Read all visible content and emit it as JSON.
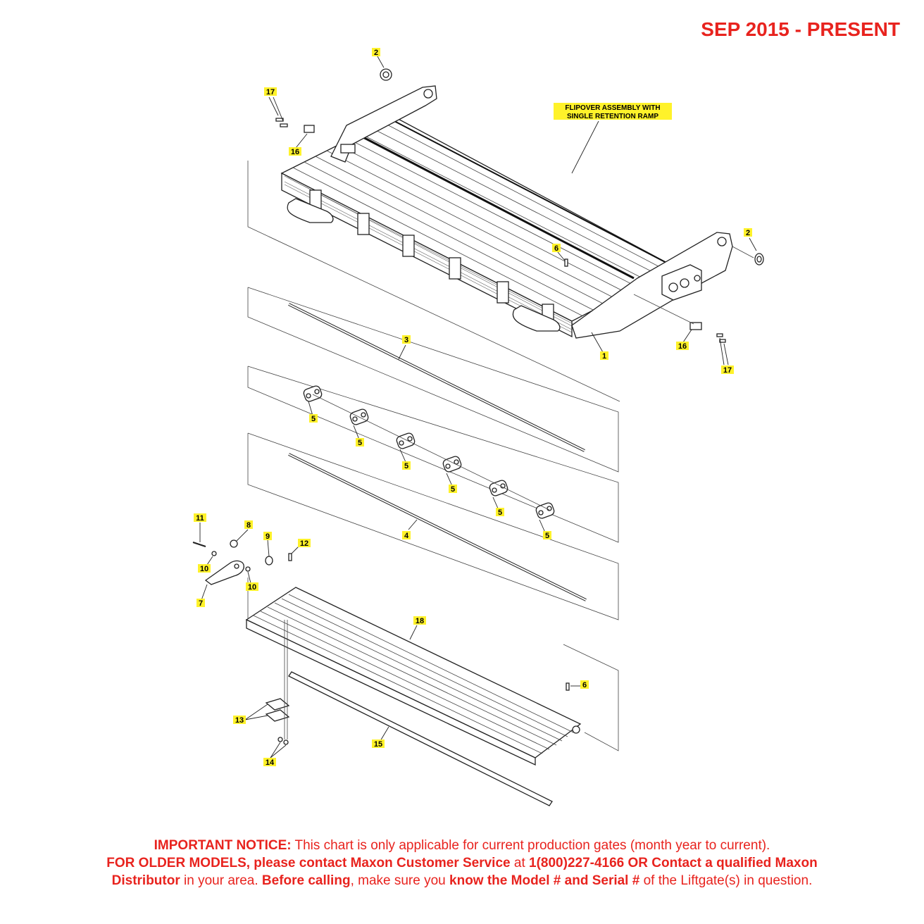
{
  "header": {
    "date_range": "SEP 2015 - PRESENT"
  },
  "diagram": {
    "assembly_title_line1": "FLIPOVER ASSEMBLY WITH",
    "assembly_title_line2": "SINGLE RETENTION RAMP",
    "callouts": {
      "c2a": "2",
      "c2b": "2",
      "c17a": "17",
      "c17b": "17",
      "c16a": "16",
      "c16b": "16",
      "c6a": "6",
      "c6b": "6",
      "c1": "1",
      "c3": "3",
      "c4": "4",
      "c5a": "5",
      "c5b": "5",
      "c5c": "5",
      "c5d": "5",
      "c5e": "5",
      "c5f": "5",
      "c7": "7",
      "c8": "8",
      "c9": "9",
      "c10a": "10",
      "c10b": "10",
      "c11": "11",
      "c12": "12",
      "c13": "13",
      "c14": "14",
      "c15": "15",
      "c18": "18"
    }
  },
  "notice": {
    "l1_bold": "IMPORTANT NOTICE:",
    "l1_rest": " This chart is only applicable for current production gates (month year to current).",
    "l2_bold1": "FOR OLDER MODELS, please contact Maxon Customer Service",
    "l2_mid": " at ",
    "l2_bold2": "1(800)227-4166 OR Contact a qualified Maxon",
    "l3_bold1": "Distributor",
    "l3_t1": " in your area. ",
    "l3_bold2": "Before calling",
    "l3_t2": ", make sure you ",
    "l3_bold3": "know the Model # and Serial #",
    "l3_t3": " of the Liftgate(s) in question."
  },
  "colors": {
    "notice_red": "#e8231e",
    "callout_yellow": "#fff22a"
  }
}
